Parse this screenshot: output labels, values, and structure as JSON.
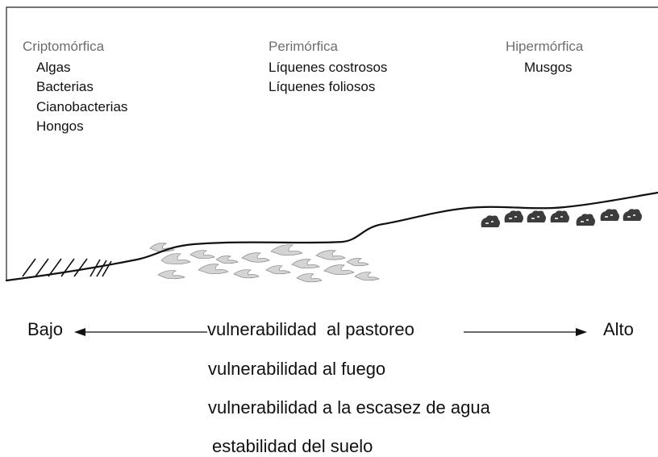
{
  "categories": [
    {
      "title": "Criptomórfica",
      "items": [
        "Algas",
        "Bacterias",
        "Cianobacterias",
        "Hongos"
      ]
    },
    {
      "title": "Perimórfica",
      "items": [
        "Líquenes costrosos",
        "Líquenes foliosos"
      ]
    },
    {
      "title": "Hipermórfica",
      "items": [
        "Musgos"
      ]
    }
  ],
  "scale": {
    "low": "Bajo",
    "high": "Alto"
  },
  "measures": [
    "vulnerabilidad  al pastoreo",
    "vulnerabilidad al fuego",
    "vulnerabilidad a la escasez de agua",
    "estabilidad del suelo"
  ],
  "colors": {
    "category_title": "#6e6e6e",
    "text": "#111111",
    "lichen_fill": "#d4d4d4",
    "moss_fill": "#3c3c3c"
  }
}
